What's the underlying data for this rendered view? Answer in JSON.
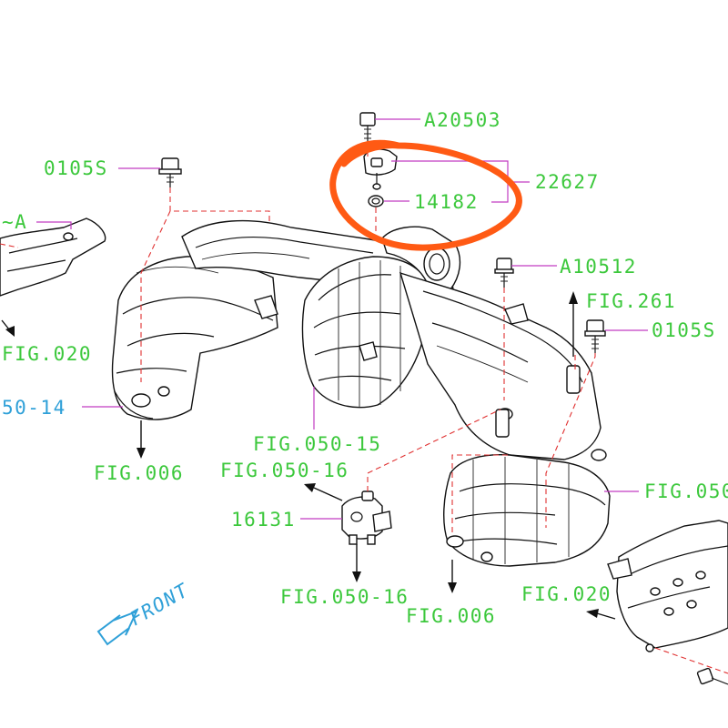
{
  "labels": {
    "a20503": "A20503",
    "p22627": "22627",
    "p14182": "14182",
    "s0105_left": "0105S",
    "s0105_right": "0105S",
    "a10512": "A10512",
    "fig261": "FIG.261",
    "fig020_left": "FIG.020",
    "fig050_14": "50-14",
    "fig006_left": "FIG.006",
    "fig050_15": "FIG.050-15",
    "fig050_16_top": "FIG.050-16",
    "p16131": "16131",
    "fig050_16_bottom": "FIG.050-16",
    "fig006_bottom": "FIG.006",
    "fig020_right": "FIG.020",
    "fig050_right": "FIG.050",
    "clip_left": "~A",
    "front": "FRONT"
  },
  "colors": {
    "label_green": "#3cc83c",
    "label_blue": "#2fa0d8",
    "leader": "#c23cc2",
    "dashed": "#e03030",
    "highlight": "#ff5a14"
  }
}
